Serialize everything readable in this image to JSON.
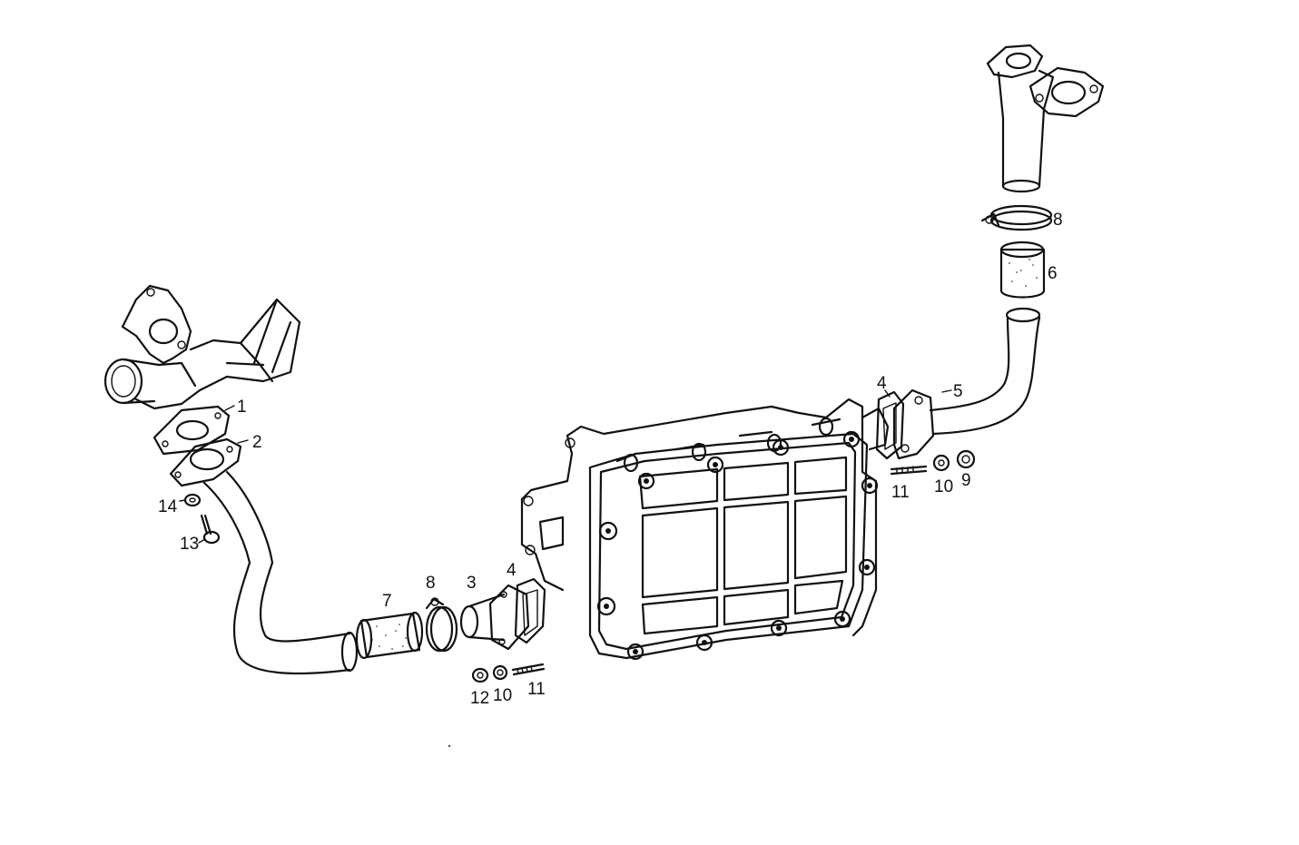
{
  "callouts": [
    {
      "id": "c1",
      "text": "1"
    },
    {
      "id": "c2",
      "text": "2"
    },
    {
      "id": "c14",
      "text": "14"
    },
    {
      "id": "c13",
      "text": "13"
    },
    {
      "id": "c7",
      "text": "7"
    },
    {
      "id": "c8a",
      "text": "8"
    },
    {
      "id": "c3",
      "text": "3"
    },
    {
      "id": "c4a",
      "text": "4"
    },
    {
      "id": "c12",
      "text": "12"
    },
    {
      "id": "c10a",
      "text": "10"
    },
    {
      "id": "c11a",
      "text": "11"
    },
    {
      "id": "c4b",
      "text": "4"
    },
    {
      "id": "c5",
      "text": "5"
    },
    {
      "id": "c11b",
      "text": "11"
    },
    {
      "id": "c10b",
      "text": "10"
    },
    {
      "id": "c9",
      "text": "9"
    },
    {
      "id": "c8b",
      "text": "8"
    },
    {
      "id": "c6",
      "text": "6"
    }
  ],
  "colors": {
    "line": "#111111",
    "background": "#ffffff"
  }
}
